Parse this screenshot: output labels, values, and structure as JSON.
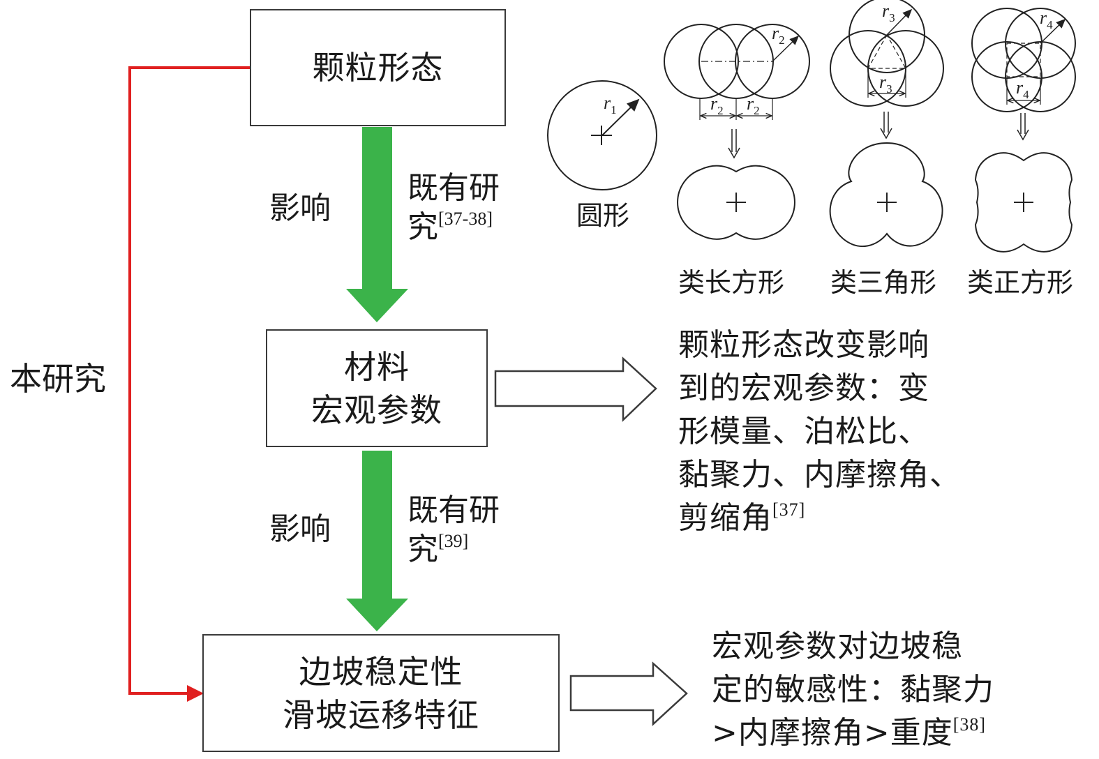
{
  "boxes": {
    "particle": "颗粒形态",
    "material_l1": "材料",
    "material_l2": "宏观参数",
    "slope_l1": "边坡稳定性",
    "slope_l2": "滑坡运移特征"
  },
  "labels": {
    "influence_1": "影响",
    "influence_2": "影响",
    "existing_1a": "既有研",
    "existing_1b": "究",
    "ref_1": "[37-38]",
    "existing_2a": "既有研",
    "existing_2b": "究",
    "ref_2": "[39]",
    "this_study": "本研究"
  },
  "notes": {
    "macro_lines": [
      "颗粒形态改变影响",
      "到的宏观参数：变",
      "形模量、泊松比、",
      "黏聚力、内摩擦角、",
      "剪缩角"
    ],
    "macro_ref": "[37]",
    "sens_lines": [
      "宏观参数对边坡稳",
      "定的敏感性：黏聚力",
      ">内摩擦角>重度"
    ],
    "sens_ref": "[38]"
  },
  "shapes": {
    "captions": [
      "圆形",
      "类长方形",
      "类三角形",
      "类正方形"
    ],
    "r_labels": [
      "r",
      "r",
      "r",
      "r"
    ],
    "r_subscripts": [
      "1",
      "2",
      "3",
      "4"
    ]
  },
  "colors": {
    "flow_arrow": "#3bb34a",
    "study_line": "#e02020",
    "box_border": "#3a3a3a"
  }
}
